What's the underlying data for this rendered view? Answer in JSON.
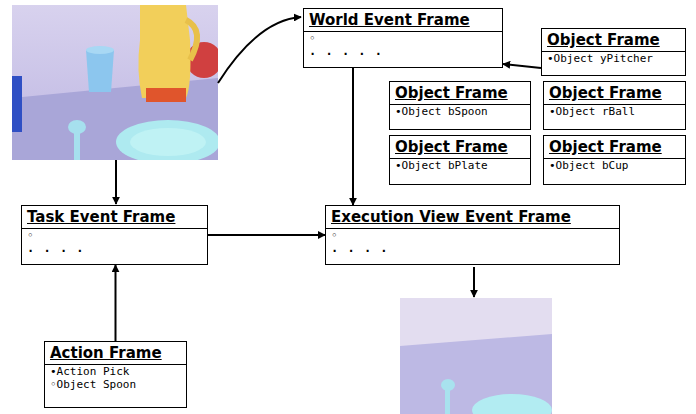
{
  "diagram": {
    "nodes": [
      {
        "text": [
          "World Event Frame",
          "◦",
          ". . . . ."
        ]
      },
      {
        "text": [
          "Object Frame",
          "•Object yPitcher"
        ]
      },
      {
        "text": [
          "Object Frame",
          "•Object bSpoon"
        ]
      },
      {
        "text": [
          "Object Frame",
          "•Object rBall"
        ]
      },
      {
        "text": [
          "Object Frame",
          "•Object bPlate"
        ]
      },
      {
        "text": [
          "Object Frame",
          "•Object bCup"
        ]
      },
      {
        "text": [
          "Task Event Frame",
          "◦",
          ". . . ."
        ]
      },
      {
        "text": [
          "Execution View Event Frame",
          "◦",
          ". . . ."
        ]
      },
      {
        "text": [
          "Action Frame",
          "•Action Pick",
          "◦Object Spoon"
        ]
      }
    ],
    "edges": [
      {
        "from": 0,
        "to": 7,
        "arrow": "to"
      },
      {
        "from": 1,
        "to": 0,
        "arrow": "to"
      },
      {
        "from": 6,
        "to": 7,
        "arrow": "to"
      },
      {
        "from": 8,
        "to": 6,
        "arrow": "to"
      }
    ]
  }
}
